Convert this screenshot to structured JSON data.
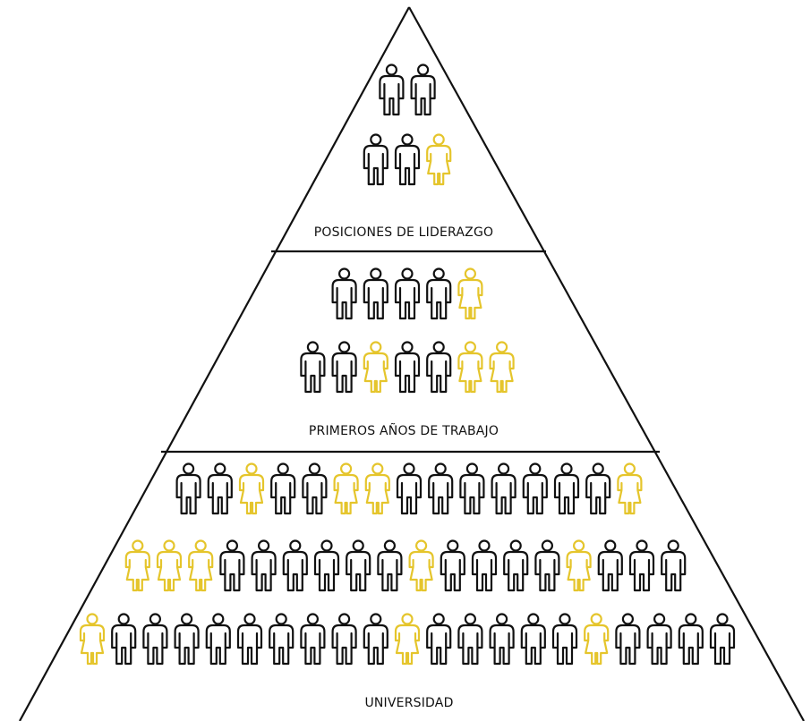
{
  "colors": {
    "outline": "#111111",
    "men": "#111111",
    "women": "#e5c52c"
  },
  "icons": {
    "man": "man-icon",
    "woman": "woman-icon"
  },
  "levels": [
    {
      "label": "POSICIONES DE LIDERAZGO",
      "rows": [
        [
          "m",
          "m"
        ],
        [
          "m",
          "m",
          "w"
        ]
      ]
    },
    {
      "label": "PRIMEROS AÑOS DE TRABAJO",
      "rows": [
        [
          "m",
          "m",
          "m",
          "m",
          "w"
        ],
        [
          "m",
          "m",
          "w",
          "m",
          "m",
          "w",
          "w"
        ]
      ]
    },
    {
      "label": "UNIVERSIDAD",
      "rows": [
        [
          "m",
          "m",
          "w",
          "m",
          "m",
          "w",
          "w",
          "m",
          "m",
          "m",
          "m",
          "m",
          "m",
          "m",
          "w"
        ],
        [
          "w",
          "w",
          "w",
          "m",
          "m",
          "m",
          "m",
          "m",
          "m",
          "w",
          "m",
          "m",
          "m",
          "m",
          "w",
          "m",
          "m",
          "m"
        ],
        [
          "w",
          "m",
          "m",
          "m",
          "m",
          "m",
          "m",
          "m",
          "m",
          "m",
          "w",
          "m",
          "m",
          "m",
          "m",
          "m",
          "w",
          "m",
          "m",
          "m",
          "m"
        ]
      ]
    }
  ]
}
